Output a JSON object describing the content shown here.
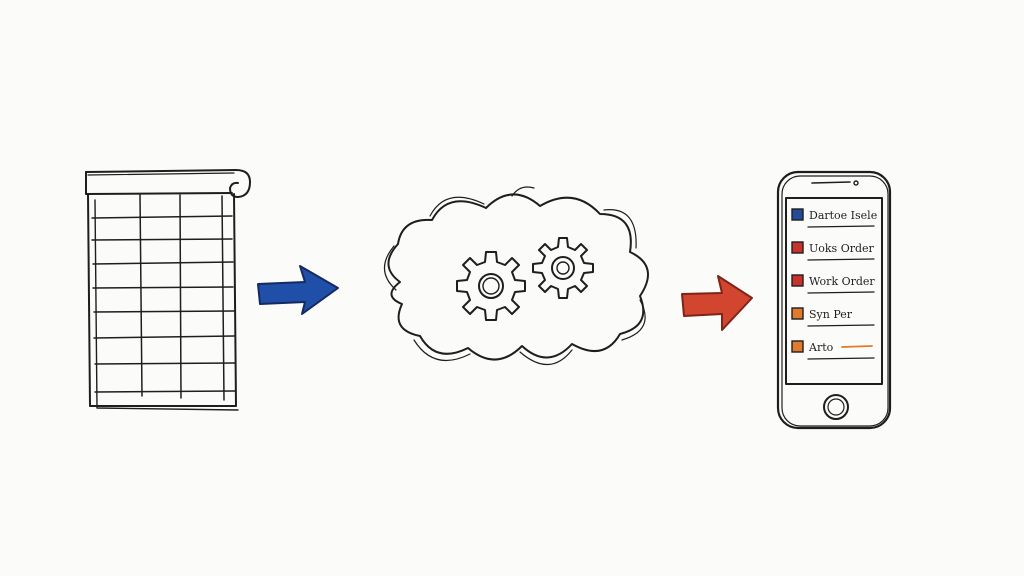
{
  "colors": {
    "ink": "#1e1e1e",
    "paper": "#fbfbfa",
    "blue_arrow": "#1f4fa8",
    "red_arrow": "#d2452e",
    "navy_box": "#244a9a",
    "red_box": "#c8322c",
    "orange_box": "#e07a2e"
  },
  "nodes": [
    {
      "id": "spreadsheet",
      "icon": "spreadsheet-icon"
    },
    {
      "id": "cloud",
      "icon": "cloud-gears-icon"
    },
    {
      "id": "phone",
      "icon": "smartphone-icon"
    }
  ],
  "connectors": [
    {
      "from": "spreadsheet",
      "to": "cloud",
      "color": "#1f4fa8"
    },
    {
      "from": "cloud",
      "to": "phone",
      "color": "#d2452e"
    }
  ],
  "phone": {
    "items": [
      {
        "label": "Dartoe Isele",
        "color": "#244a9a"
      },
      {
        "label": "Uoks Order",
        "color": "#c8322c"
      },
      {
        "label": "Work Order",
        "color": "#c8322c"
      },
      {
        "label": "Syn Per",
        "color": "#e07a2e"
      },
      {
        "label": "Arto",
        "color": "#e07a2e"
      }
    ]
  }
}
